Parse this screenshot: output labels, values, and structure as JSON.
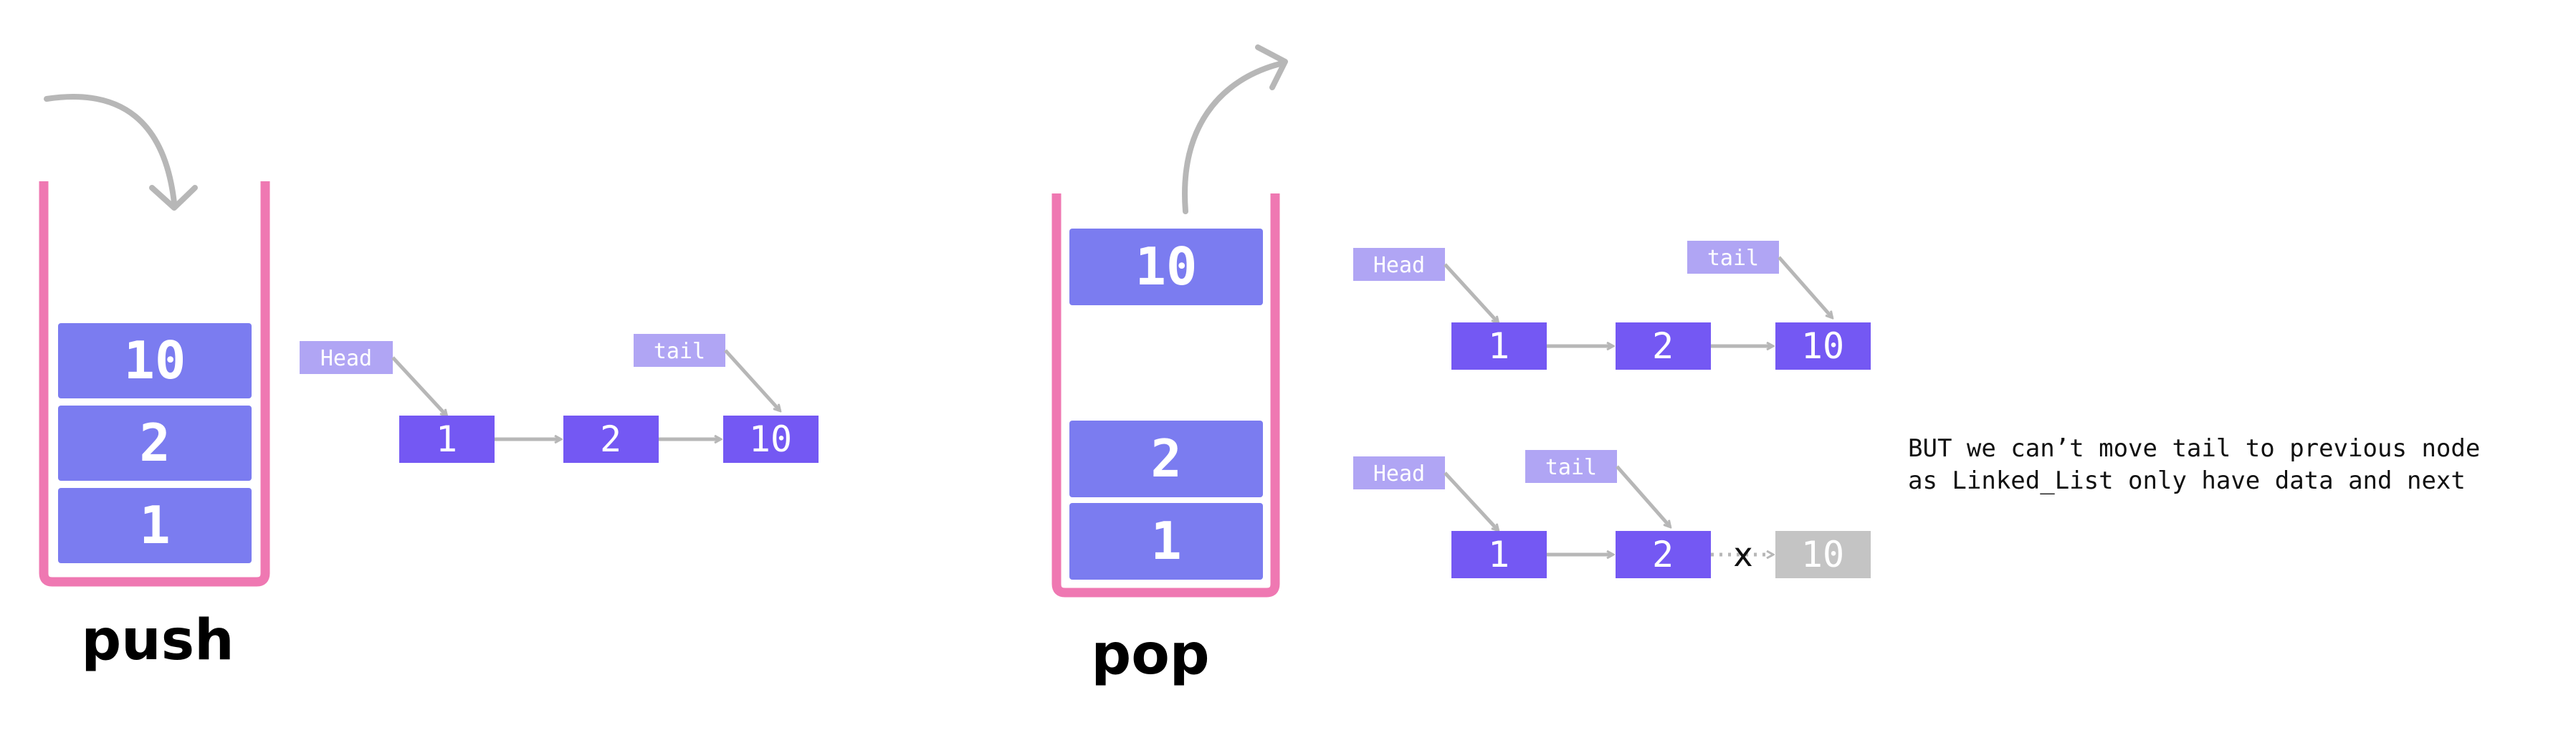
{
  "colors": {
    "stack_outline": "#ef78b2",
    "stack_block": "#7b7cf0",
    "node": "#7458f3",
    "pointer": "#b0a5f4",
    "arrow": "#b7b7b7",
    "detached_node": "#c4c4c4"
  },
  "push": {
    "label": "push",
    "stack_blocks": [
      "10",
      "2",
      "1"
    ],
    "list": {
      "nodes": [
        "1",
        "2",
        "10"
      ],
      "head_label": "Head",
      "tail_label": "tail"
    }
  },
  "pop": {
    "label": "pop",
    "popped_block": "10",
    "stack_blocks": [
      "2",
      "1"
    ],
    "list_before": {
      "nodes": [
        "1",
        "2",
        "10"
      ],
      "head_label": "Head",
      "tail_label": "tail"
    },
    "list_after": {
      "nodes": [
        "1",
        "2",
        "10"
      ],
      "head_label": "Head",
      "tail_label": "tail",
      "broken_link_mark": "x"
    }
  },
  "note": {
    "line1": "BUT we can’t move tail to previous node",
    "line2": "as Linked_List only have data and next"
  }
}
